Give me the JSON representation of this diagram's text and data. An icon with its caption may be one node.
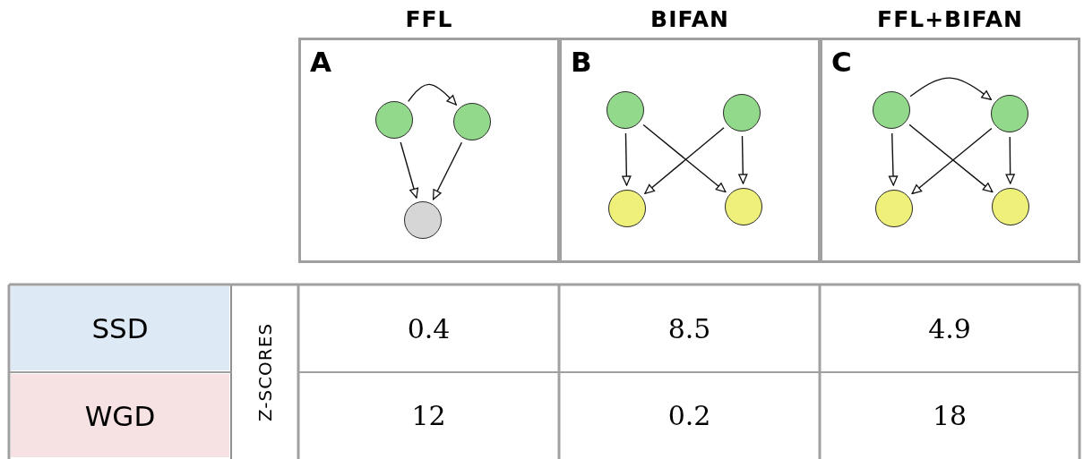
{
  "diagram": {
    "nodes": [
      {
        "text": [
          "FFL",
          "A"
        ]
      },
      {
        "text": [],
        "shape": "circle",
        "in": 0
      },
      {
        "text": [],
        "shape": "circle",
        "in": 0
      },
      {
        "text": [],
        "shape": "circle",
        "in": 0
      },
      {
        "text": [
          "BIFAN",
          "B"
        ]
      },
      {
        "text": [],
        "shape": "circle",
        "in": 4
      },
      {
        "text": [],
        "shape": "circle",
        "in": 4
      },
      {
        "text": [],
        "shape": "circle",
        "in": 4
      },
      {
        "text": [],
        "shape": "circle",
        "in": 4
      },
      {
        "text": [
          "FFL+BIFAN",
          "C"
        ]
      },
      {
        "text": [],
        "shape": "circle",
        "in": 9
      },
      {
        "text": [],
        "shape": "circle",
        "in": 9
      },
      {
        "text": [],
        "shape": "circle",
        "in": 9
      },
      {
        "text": [],
        "shape": "circle",
        "in": 9
      }
    ],
    "edges": [
      {
        "from": 1,
        "to": 2,
        "arrow": "to"
      },
      {
        "from": 1,
        "to": 3,
        "arrow": "to"
      },
      {
        "from": 2,
        "to": 3,
        "arrow": "to"
      },
      {
        "from": 5,
        "to": 7,
        "arrow": "to"
      },
      {
        "from": 5,
        "to": 8,
        "arrow": "to"
      },
      {
        "from": 6,
        "to": 7,
        "arrow": "to"
      },
      {
        "from": 6,
        "to": 8,
        "arrow": "to"
      },
      {
        "from": 10,
        "to": 11,
        "arrow": "to"
      },
      {
        "from": 10,
        "to": 12,
        "arrow": "to"
      },
      {
        "from": 10,
        "to": 13,
        "arrow": "to"
      },
      {
        "from": 11,
        "to": 12,
        "arrow": "to"
      },
      {
        "from": 11,
        "to": 13,
        "arrow": "to"
      }
    ],
    "labels": [
      "SSD",
      "Z-SCORES",
      "0.4",
      "8.5",
      "4.9",
      "WGD",
      "12",
      "0.2",
      "18"
    ]
  }
}
